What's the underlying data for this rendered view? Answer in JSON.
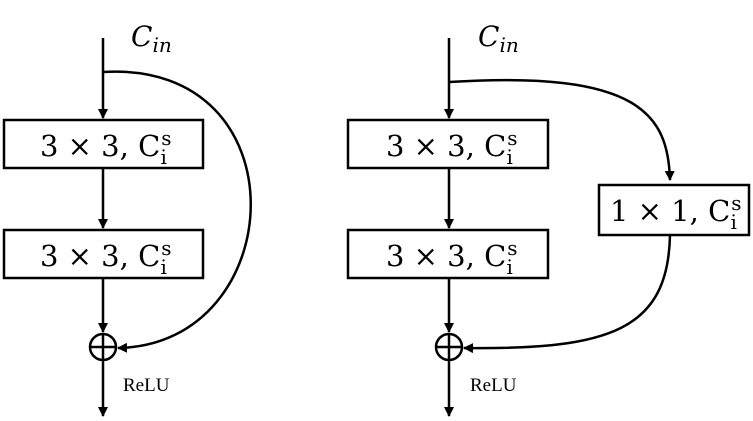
{
  "left_block": {
    "input_label": {
      "base": "C",
      "sub": "in"
    },
    "conv1": {
      "text": "3 × 3, C",
      "sup": "s",
      "sub": "i"
    },
    "conv2": {
      "text": "3 × 3, C",
      "sup": "s",
      "sub": "i"
    },
    "activation": "ReLU"
  },
  "right_block": {
    "input_label": {
      "base": "C",
      "sub": "in"
    },
    "conv1": {
      "text": "3 × 3, C",
      "sup": "s",
      "sub": "i"
    },
    "conv2": {
      "text": "3 × 3, C",
      "sup": "s",
      "sub": "i"
    },
    "shortcut_conv": {
      "text": "1 × 1, C",
      "sup": "s",
      "sub": "i"
    },
    "activation": "ReLU"
  },
  "colors": {
    "stroke": "#000000",
    "background": "#ffffff"
  }
}
